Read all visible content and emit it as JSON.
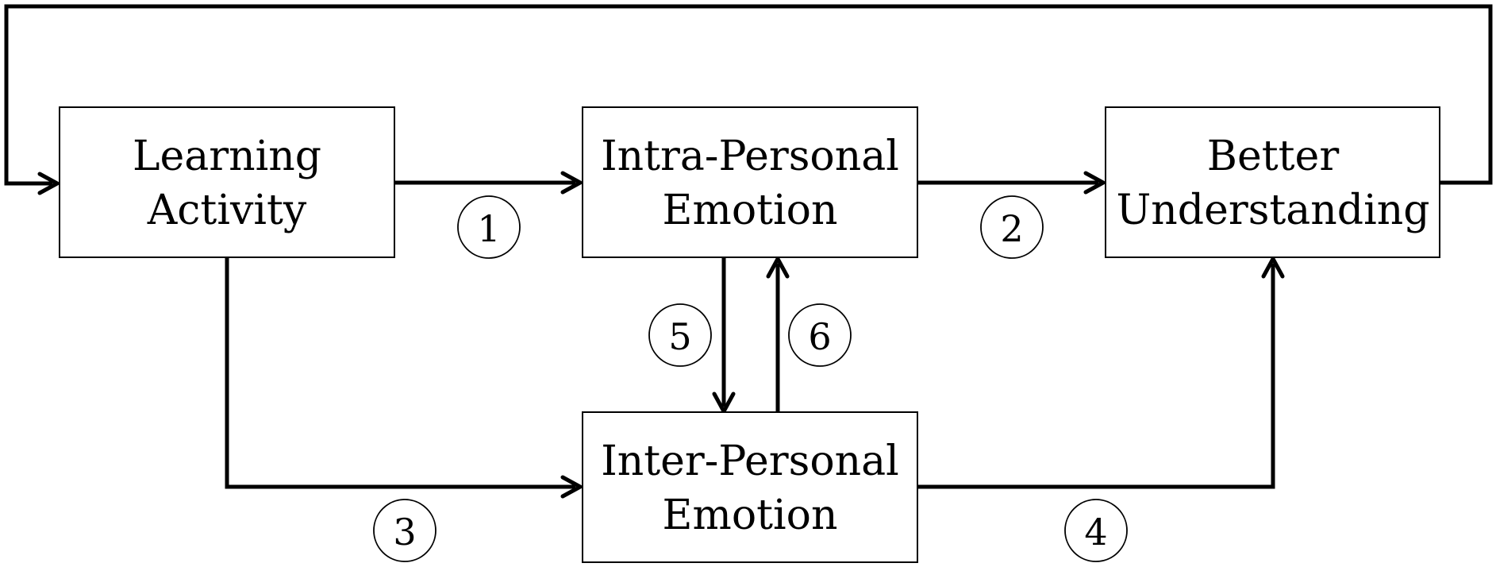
{
  "nodes": {
    "learning_activity": {
      "line1": "Learning",
      "line2": "Activity"
    },
    "intra_personal_emotion": {
      "line1": "Intra-Personal",
      "line2": "Emotion"
    },
    "better_understanding": {
      "line1": "Better",
      "line2": "Understanding"
    },
    "inter_personal_emotion": {
      "line1": "Inter-Personal",
      "line2": "Emotion"
    }
  },
  "edges": [
    {
      "label": "1",
      "from": "Learning Activity",
      "to": "Intra-Personal Emotion"
    },
    {
      "label": "2",
      "from": "Intra-Personal Emotion",
      "to": "Better Understanding"
    },
    {
      "label": "3",
      "from": "Learning Activity",
      "to": "Inter-Personal Emotion"
    },
    {
      "label": "4",
      "from": "Inter-Personal Emotion",
      "to": "Better Understanding"
    },
    {
      "label": "5",
      "from": "Intra-Personal Emotion",
      "to": "Inter-Personal Emotion"
    },
    {
      "label": "6",
      "from": "Inter-Personal Emotion",
      "to": "Intra-Personal Emotion"
    },
    {
      "label": "",
      "from": "Better Understanding",
      "to": "Learning Activity"
    }
  ],
  "colors": {
    "stroke": "#000000",
    "background": "#ffffff"
  }
}
